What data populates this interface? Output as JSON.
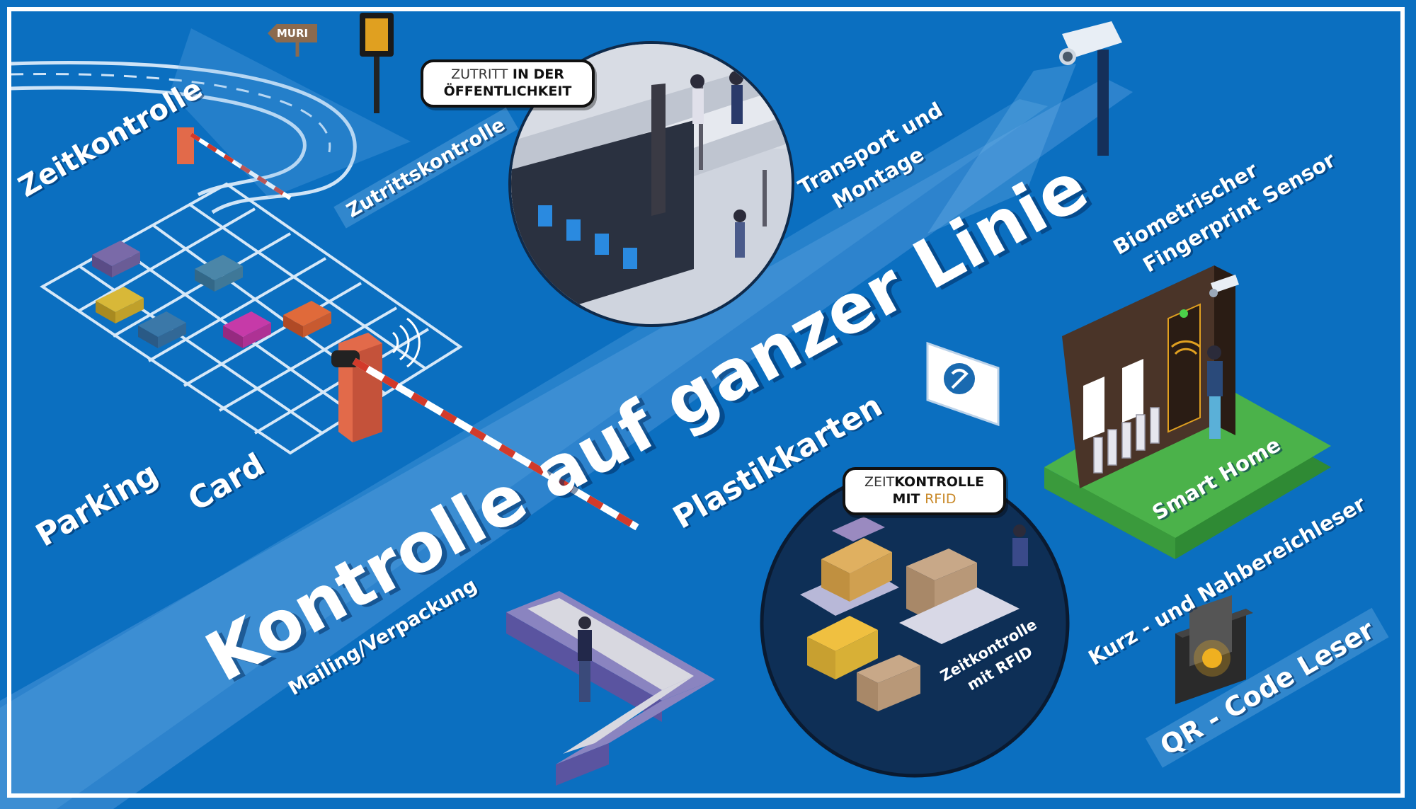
{
  "headline": "Kontrolle auf ganzer Linie",
  "labels": {
    "zeitkontrolle": "Zeitkontrolle",
    "zutrittskontrolle": "Zutrittskontrolle",
    "transport": "Transport und",
    "montage": "Montage",
    "biometrischer": "Biometrischer",
    "fingerprint": "Fingerprint Sensor",
    "parking": "Parking",
    "card": "Card",
    "plastikkarten": "Plastikkarten",
    "smart_home": "Smart Home",
    "kurz_nah": "Kurz - und Nahbereichleser",
    "qr": "QR - Code Leser",
    "mailing": "Mailing/Verpackung",
    "zeit_rfid_1": "Zeitkontrolle",
    "zeit_rfid_2": "mit RFID"
  },
  "sign": "MURI",
  "pill_public": {
    "w1": "ZUTRITT",
    "w2": " IN DER",
    "w3": "ÖFFENTLICHKEIT"
  },
  "pill_rfid": {
    "w1": "ZEIT",
    "w2": "KONTROLLE",
    "w3": "MIT ",
    "w4": "RFID"
  },
  "colors": {
    "background": "#0b6fc0",
    "road": "#3f8fd6",
    "barrier": "#e26a4a",
    "grass": "#4bb24a",
    "house": "#4a3428"
  }
}
